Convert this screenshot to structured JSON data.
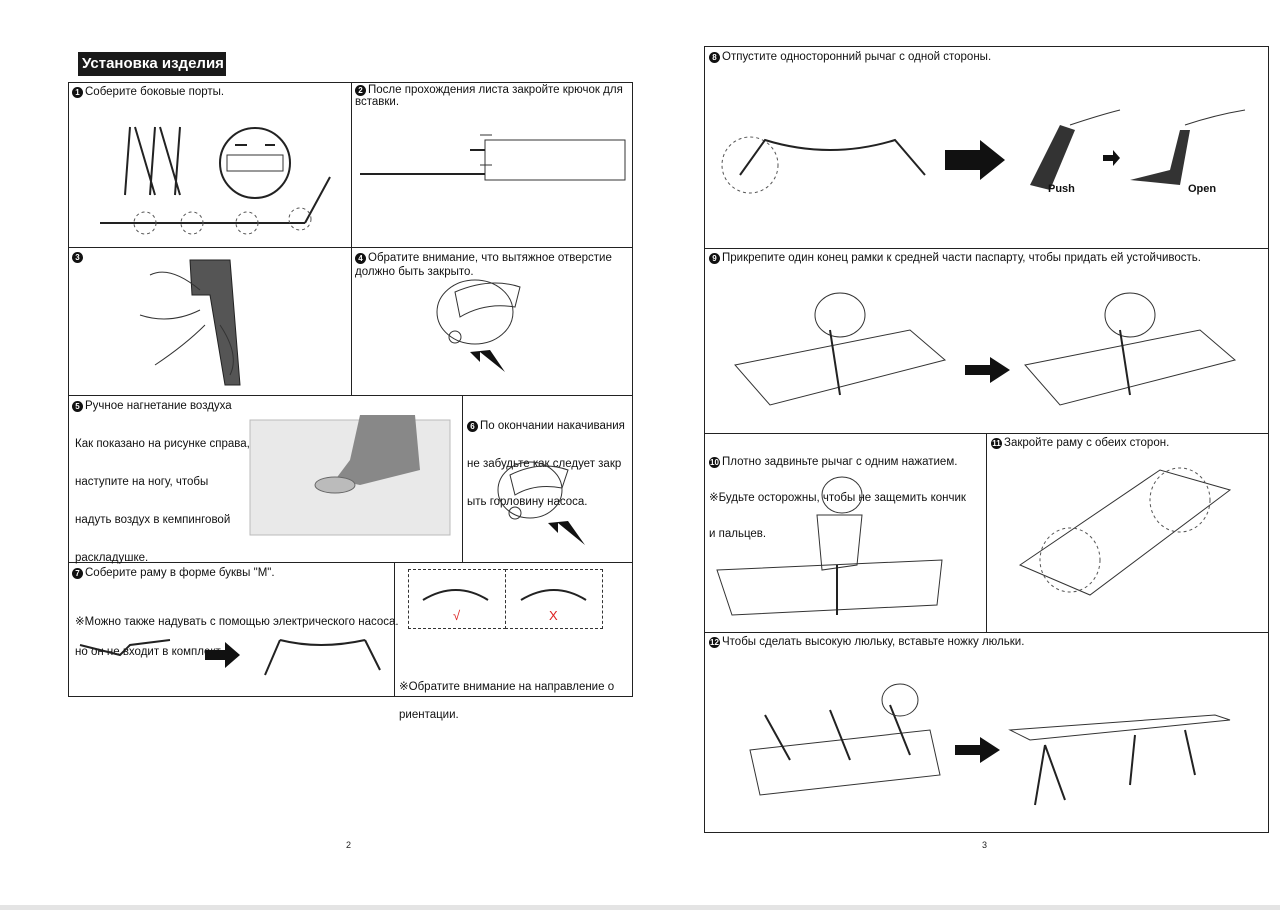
{
  "left_page": {
    "title": "Установка изделия",
    "steps": {
      "s1": {
        "num": "1",
        "text": "Соберите боковые порты."
      },
      "s2": {
        "num": "2",
        "text": "После прохождения листа закройте крючок для вставки."
      },
      "s3": {
        "num": "3",
        "text": ""
      },
      "s4": {
        "num": "4",
        "text": "Обратите внимание, что вытяжное отверстие должно быть закрыто."
      },
      "s5": {
        "num": "5",
        "text": "Ручное нагнетание воздуха",
        "lines": [
          "Как показано на рисунке справа,",
          "наступите на ногу, чтобы",
          "надуть воздух в кемпинговой",
          "раскладушке."
        ]
      },
      "s6": {
        "num": "6",
        "lines": [
          "По окончании накачивания",
          "не забудьте как следует закр",
          "ыть горловину насоса."
        ]
      },
      "s7": {
        "num": "7",
        "text": "Соберите раму в форме буквы \"M\".",
        "note1": "※Можно также надувать с помощью электрического насоса.",
        "note2": "но он не входит в комплект.",
        "note3": "※Обратите внимание на направление о",
        "note4": "риентации.",
        "check": "√",
        "cross": "X"
      }
    },
    "page_number": "2"
  },
  "right_page": {
    "steps": {
      "s8": {
        "num": "8",
        "text": "Отпустите односторонний рычаг с одной стороны.",
        "push": "Push",
        "open": "Open"
      },
      "s9": {
        "num": "9",
        "text": "Прикрепите один конец рамки к средней части паспарту, чтобы придать ей устойчивость."
      },
      "s10": {
        "num": "10",
        "text": "Плотно задвиньте рычаг с одним нажатием.",
        "note1": "※Будьте осторожны, чтобы не защемить кончик",
        "note2": "и пальцев."
      },
      "s11": {
        "num": "11",
        "text": "Закройте раму с обеих сторон."
      },
      "s12": {
        "num": "12",
        "text": "Чтобы сделать высокую люльку, вставьте ножку люльки."
      }
    },
    "page_number": "3"
  }
}
